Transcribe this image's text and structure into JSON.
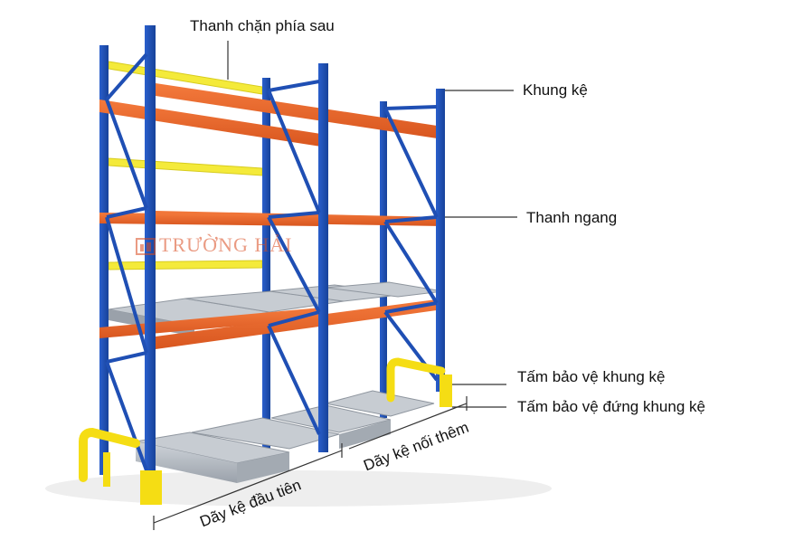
{
  "labels": {
    "rear_bar": "Thanh chặn phía sau",
    "frame": "Khung kệ",
    "beam": "Thanh ngang",
    "frame_guard": "Tấm bảo vệ khung kệ",
    "upright_guard": "Tấm bảo vệ đứng khung kệ",
    "first_bay": "Dãy kệ đầu tiên",
    "extra_bay": "Dãy kệ nối thêm"
  },
  "watermark": "TRƯỜNG HẢI",
  "colors": {
    "upright": "#1f4fb4",
    "upright_dark": "#163a87",
    "beam": "#f06b2f",
    "beam_dark": "#c9501d",
    "rear_bar": "#f4ea3a",
    "guard": "#f5dd14",
    "pallet": "#b8bec6",
    "pallet_dark": "#8f969f"
  }
}
